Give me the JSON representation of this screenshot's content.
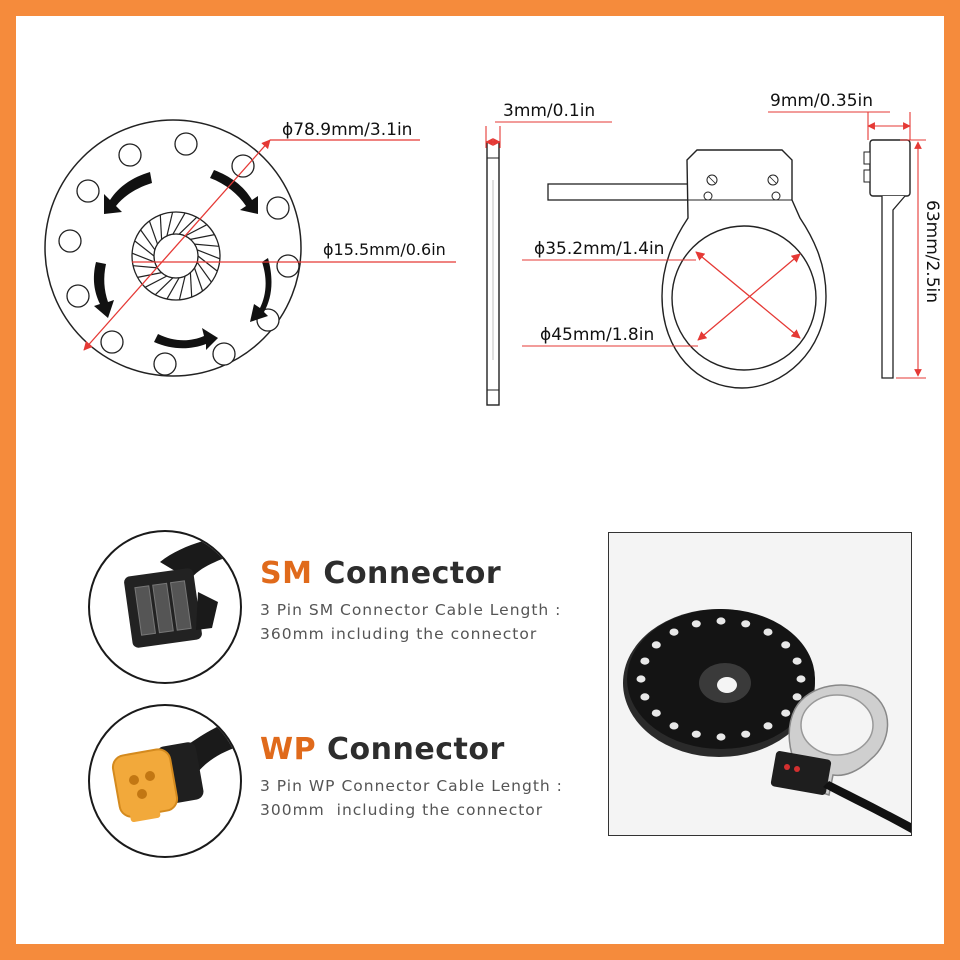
{
  "dimensions": {
    "disc_diameter": "ϕ78.9mm/3.1in",
    "hub_diameter": "ϕ15.5mm/0.6in",
    "disc_thickness": "3mm/0.1in",
    "ring_inner_diameter": "ϕ35.2mm/1.4in",
    "ring_outer_diameter": "ϕ45mm/1.8in",
    "sensor_width": "9mm/0.35in",
    "sensor_height": "63mm/2.5in"
  },
  "connectors": [
    {
      "highlight": "SM",
      "title": "Connector",
      "desc_line1": "3 Pin SM Connector Cable Length :",
      "desc_line2": "360mm including the connector",
      "icon": "sm-connector-plug"
    },
    {
      "highlight": "WP",
      "title": "Connector",
      "desc_line1": "3 Pin WP Connector Cable Length :",
      "desc_line2": "300mm  including the connector",
      "icon": "wp-connector-plug"
    }
  ],
  "colors": {
    "border": "#f58b3c",
    "accent_text": "#e06a1b",
    "dimension_line": "#e53935",
    "wp_plug": "#f2a93b"
  },
  "icons": [
    "rotation-arrow-icon",
    "hall-sensor-bracket",
    "pas-disc-photo"
  ]
}
